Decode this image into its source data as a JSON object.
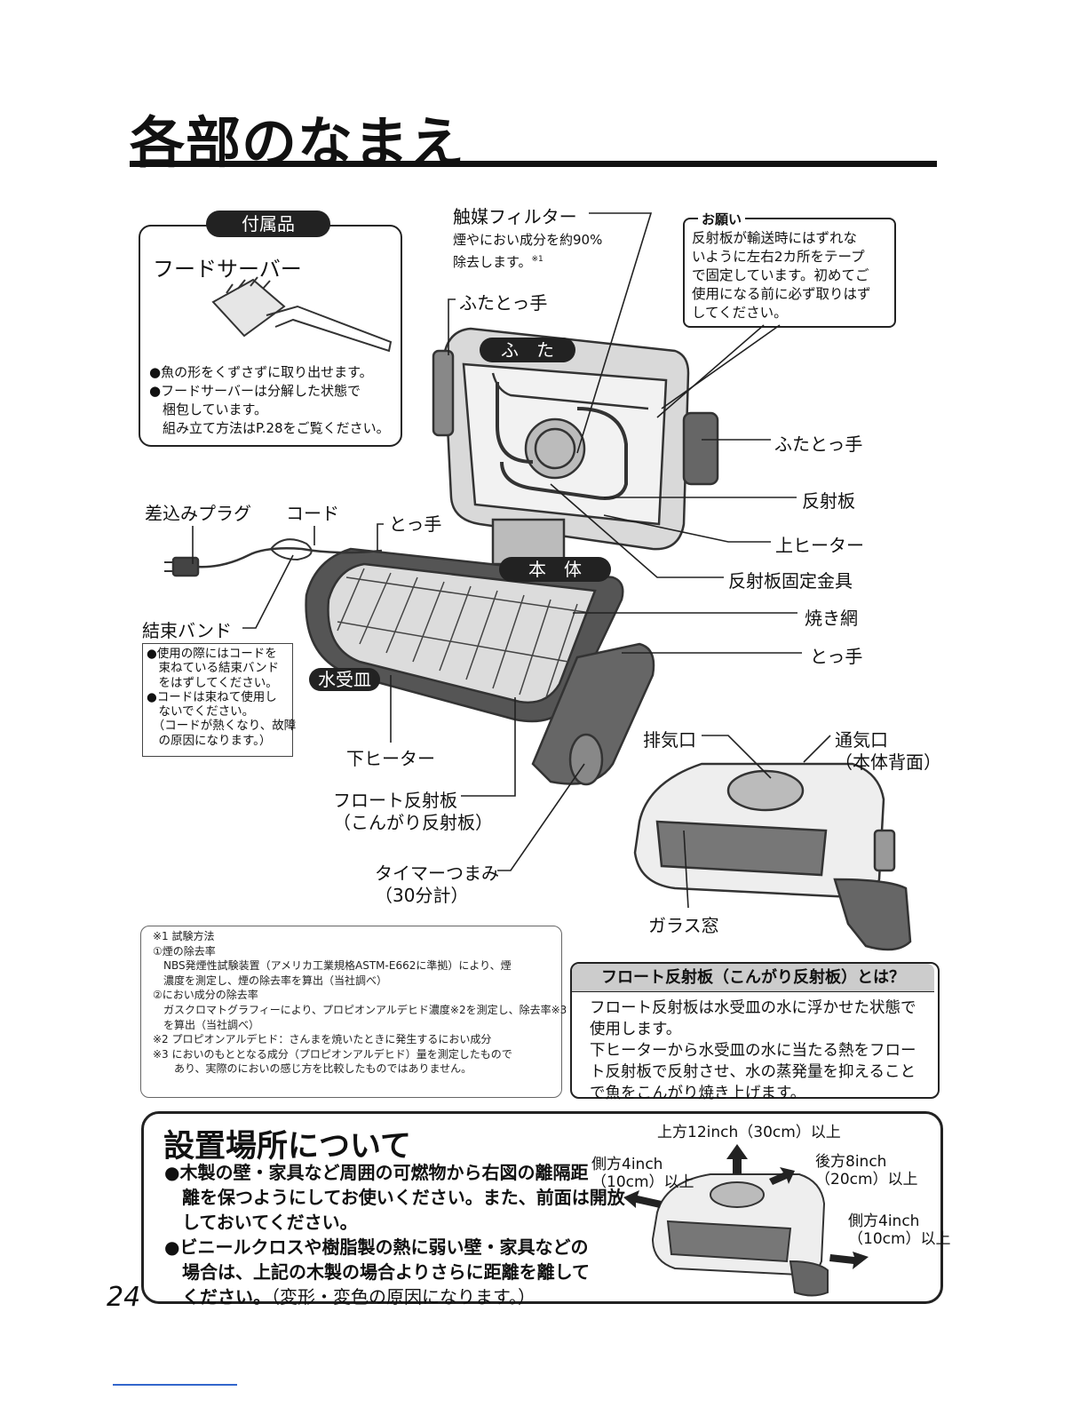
{
  "title": "各部のなまえ",
  "accessory": {
    "badge": "付属品",
    "name": "フードサーバー",
    "notes": [
      "●魚の形をくずさずに取り出せます。",
      "●フードサーバーは分解した状態で",
      "　梱包しています。",
      "　組み立て方法はP.28をご覧ください。"
    ]
  },
  "request": {
    "heading": "お願い",
    "lines": [
      "反射板が輸送時にはずれな",
      "いように左右2カ所をテープ",
      "で固定しています。初めてご",
      "使用になる前に必ず取りはず",
      "してください。"
    ]
  },
  "parts": {
    "filter": "触媒フィルター",
    "filter_desc_1": "煙やにおい成分を約90%",
    "filter_desc_2": "除去します。",
    "filter_note_mark": "※1",
    "lid_handle_top": "ふたとっ手",
    "lid_badge": "ふ　た",
    "lid_handle_right": "ふたとっ手",
    "reflector": "反射板",
    "upper_heater": "上ヒーター",
    "reflector_bracket": "反射板固定金具",
    "grill_net": "焼き網",
    "handle_right": "とっ手",
    "body_badge": "本　体",
    "handle_top": "とっ手",
    "plug": "差込みプラグ",
    "cord": "コード",
    "band": "結束バンド",
    "water_tray_badge": "水受皿",
    "lower_heater": "下ヒーター",
    "float_reflector": "フロート反射板",
    "float_reflector_sub": "（こんがり反射板）",
    "timer": "タイマーつまみ",
    "timer_sub": "（30分計）",
    "exhaust": "排気口",
    "vent": "通気口",
    "vent_sub": "（本体背面）",
    "glass": "ガラス窓"
  },
  "cord_note": [
    "●使用の際にはコードを",
    "　束ねている結束バンド",
    "　をはずしてください。",
    "●コードは束ねて使用し",
    "　ないでください。",
    "　（コードが熱くなり、故障",
    "　の原因になります。）"
  ],
  "footnotes": [
    "※1 試験方法",
    "①煙の除去率",
    "　NBS発煙性試験装置（アメリカ工業規格ASTM-E662に準拠）により、煙",
    "　濃度を測定し、煙の除去率を算出（当社調べ）",
    "②におい成分の除去率",
    "　ガスクロマトグラフィーにより、プロピオンアルデヒド濃度※2を測定し、除去率※3",
    "　を算出（当社調べ）",
    "※2 プロピオンアルデヒド：さんまを焼いたときに発生するにおい成分",
    "※3 においのもととなる成分（プロピオンアルデヒド）量を測定したもので",
    "　　あり、実際のにおいの感じ方を比較したものではありません。"
  ],
  "float_box": {
    "heading": "フロート反射板（こんがり反射板）とは？",
    "lines": [
      "フロート反射板は水受皿の水に浮かせた状態で",
      "使用します。",
      "下ヒーターから水受皿の水に当たる熱をフロー",
      "ト反射板で反射させ、水の蒸発量を抑えること",
      "で魚をこんがり焼き上げます。"
    ]
  },
  "install": {
    "title": "設置場所について",
    "lines": [
      "●木製の壁・家具など周囲の可燃物から右図の離隔距",
      "　離を保つようにしてお使いください。また、前面は開放",
      "　しておいてください。",
      "●ビニールクロスや樹脂製の熱に弱い壁・家具などの",
      "　場合は、上記の木製の場合よりさらに距離を離して"
    ],
    "last_line_bold": "　ください。",
    "last_line_plain": "（変形・変色の原因になります。）",
    "clearance_top": "上方12inch（30cm）以上",
    "clearance_left_1": "側方4inch",
    "clearance_left_2": "（10cm）以上",
    "clearance_back_1": "後方8inch",
    "clearance_back_2": "（20cm）以上",
    "clearance_right_1": "側方4inch",
    "clearance_right_2": "（10cm）以上"
  },
  "page_number": "24"
}
